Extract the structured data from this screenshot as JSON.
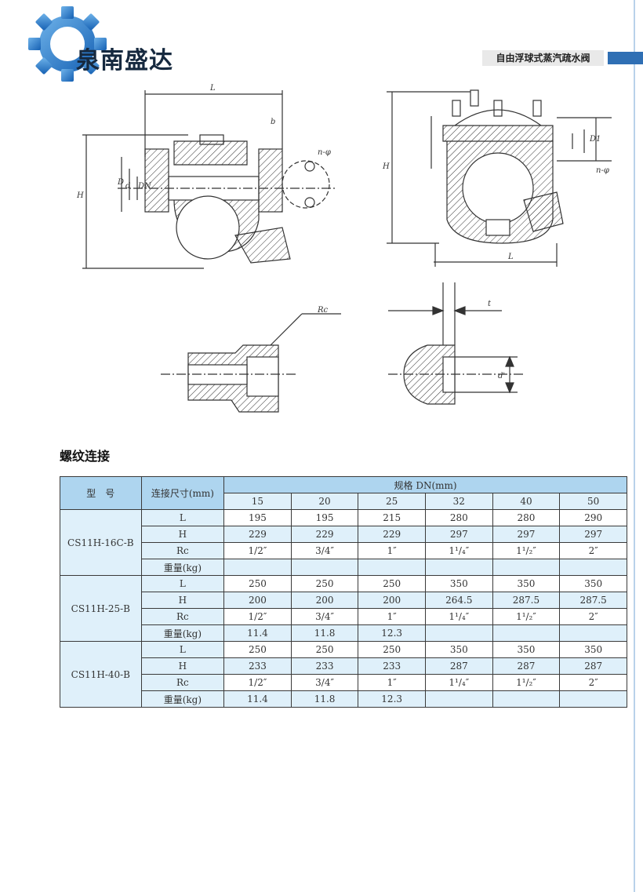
{
  "brand": {
    "name": "泉南盛达"
  },
  "header": {
    "product_title": "自由浮球式蒸汽疏水阀"
  },
  "drawing_labels": {
    "L": "L",
    "H": "H",
    "D": "D",
    "d": "d",
    "DN": "DN",
    "b": "b",
    "D1": "D1",
    "nphi": "n-φ",
    "Rc": "Rc",
    "t": "t",
    "d_prime": "d'"
  },
  "section": {
    "title": "螺纹连接"
  },
  "table": {
    "col_model": "型　号",
    "col_conn": "连接尺寸(mm)",
    "spec_header": "规格 DN(mm)",
    "dn": [
      "15",
      "20",
      "25",
      "32",
      "40",
      "50"
    ],
    "groups": [
      {
        "model": "CS11H-16C-B",
        "rows": [
          {
            "label": "L",
            "values": [
              "195",
              "195",
              "215",
              "280",
              "280",
              "290"
            ]
          },
          {
            "label": "H",
            "values": [
              "229",
              "229",
              "229",
              "297",
              "297",
              "297"
            ]
          },
          {
            "label": "Rc",
            "values": [
              "1/2″",
              "3/4″",
              "1″",
              "1¹/₄″",
              "1¹/₂″",
              "2″"
            ]
          },
          {
            "label": "重量(kg)",
            "values": [
              "",
              "",
              "",
              "",
              "",
              ""
            ]
          }
        ]
      },
      {
        "model": "CS11H-25-B",
        "rows": [
          {
            "label": "L",
            "values": [
              "250",
              "250",
              "250",
              "350",
              "350",
              "350"
            ]
          },
          {
            "label": "H",
            "values": [
              "200",
              "200",
              "200",
              "264.5",
              "287.5",
              "287.5"
            ]
          },
          {
            "label": "Rc",
            "values": [
              "1/2″",
              "3/4″",
              "1″",
              "1¹/₄″",
              "1¹/₂″",
              "2″"
            ]
          },
          {
            "label": "重量(kg)",
            "values": [
              "11.4",
              "11.8",
              "12.3",
              "",
              "",
              ""
            ]
          }
        ]
      },
      {
        "model": "CS11H-40-B",
        "rows": [
          {
            "label": "L",
            "values": [
              "250",
              "250",
              "250",
              "350",
              "350",
              "350"
            ]
          },
          {
            "label": "H",
            "values": [
              "233",
              "233",
              "233",
              "287",
              "287",
              "287"
            ]
          },
          {
            "label": "Rc",
            "values": [
              "1/2″",
              "3/4″",
              "1″",
              "1¹/₄″",
              "1¹/₂″",
              "2″"
            ]
          },
          {
            "label": "重量(kg)",
            "values": [
              "11.4",
              "11.8",
              "12.3",
              "",
              "",
              ""
            ]
          }
        ]
      }
    ]
  },
  "colors": {
    "table_blue": "#aed5ef",
    "table_light": "#dff0fa",
    "accent": "#2f6fb4",
    "logo_blue": "#1b6fc0"
  }
}
